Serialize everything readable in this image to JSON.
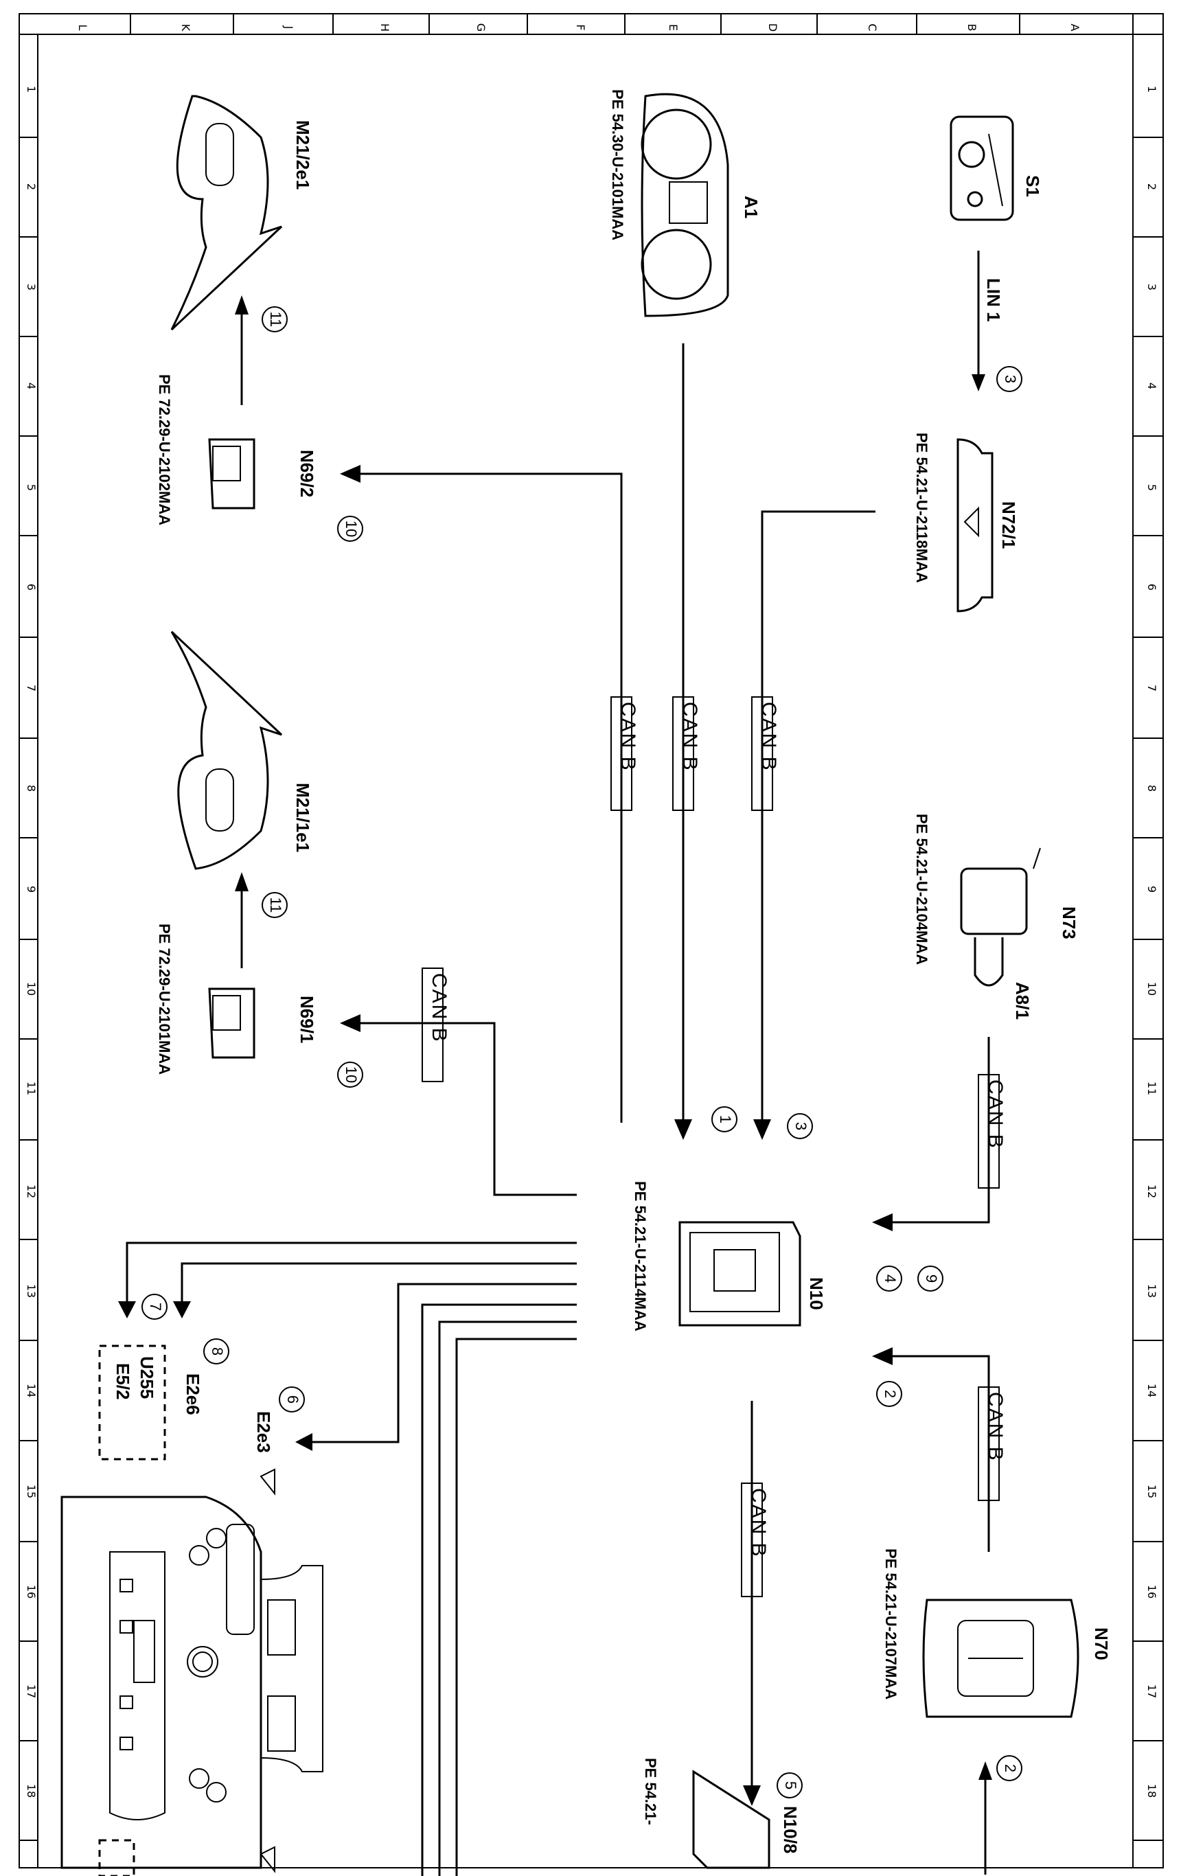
{
  "grid": {
    "top_letters": [
      "L",
      "K",
      "J",
      "H",
      "G",
      "F",
      "E",
      "D",
      "C",
      "B",
      "A"
    ],
    "side_numbers": [
      "1",
      "2",
      "3",
      "4",
      "5",
      "6",
      "7",
      "8",
      "9",
      "10",
      "11",
      "12",
      "13",
      "14",
      "15",
      "16",
      "17",
      "18"
    ]
  },
  "components": {
    "S1": "S1",
    "A1": "A1",
    "A1_ref": "PE 54.30-U-2101MAA",
    "M21_2e1": "M21/2e1",
    "N72_1": "N72/1",
    "N72_1_ref": "PE 54.21-U-2118MAA",
    "N69_2": "N69/2",
    "N69_2_ref": "PE 72.29-U-2102MAA",
    "M21_1e1": "M21/1e1",
    "N73": "N73",
    "A8_1": "A8/1",
    "N73_ref": "PE 54.21-U-2104MAA",
    "N69_1": "N69/1",
    "N69_1_ref": "PE 72.29-U-2101MAA",
    "N10": "N10",
    "N10_ref": "PE 54.21-U-2114MAA",
    "N70": "N70",
    "N70_ref": "PE 54.21-U-2107MAA",
    "N10_8": "N10/8",
    "N10_8_ref": "PE 54.21-",
    "E2e6": "E2e6",
    "E2e3": "E2e3",
    "U255": "U255",
    "E5_2": "E5/2"
  },
  "bus": {
    "lin": "LIN 1",
    "can": "CAN B"
  },
  "callouts": {
    "c1": "1",
    "c2": "2",
    "c3": "3",
    "c4": "4",
    "c5": "5",
    "c6": "6",
    "c7": "7",
    "c8": "8",
    "c9": "9",
    "c10": "10",
    "c11": "11"
  }
}
